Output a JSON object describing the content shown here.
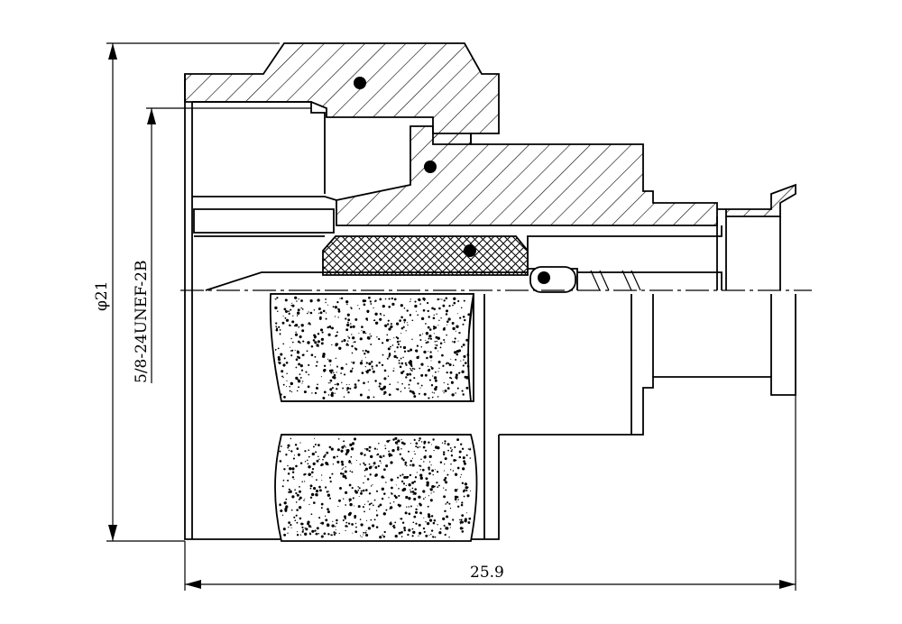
{
  "dimensions": {
    "diameter": "φ21",
    "thread": "5/8-24UNEF-2B",
    "length": "25.9"
  },
  "colors": {
    "stroke": "#000000",
    "background": "#ffffff",
    "speckle": "#000000"
  },
  "icons": {
    "section_marker": "filled-dot"
  }
}
